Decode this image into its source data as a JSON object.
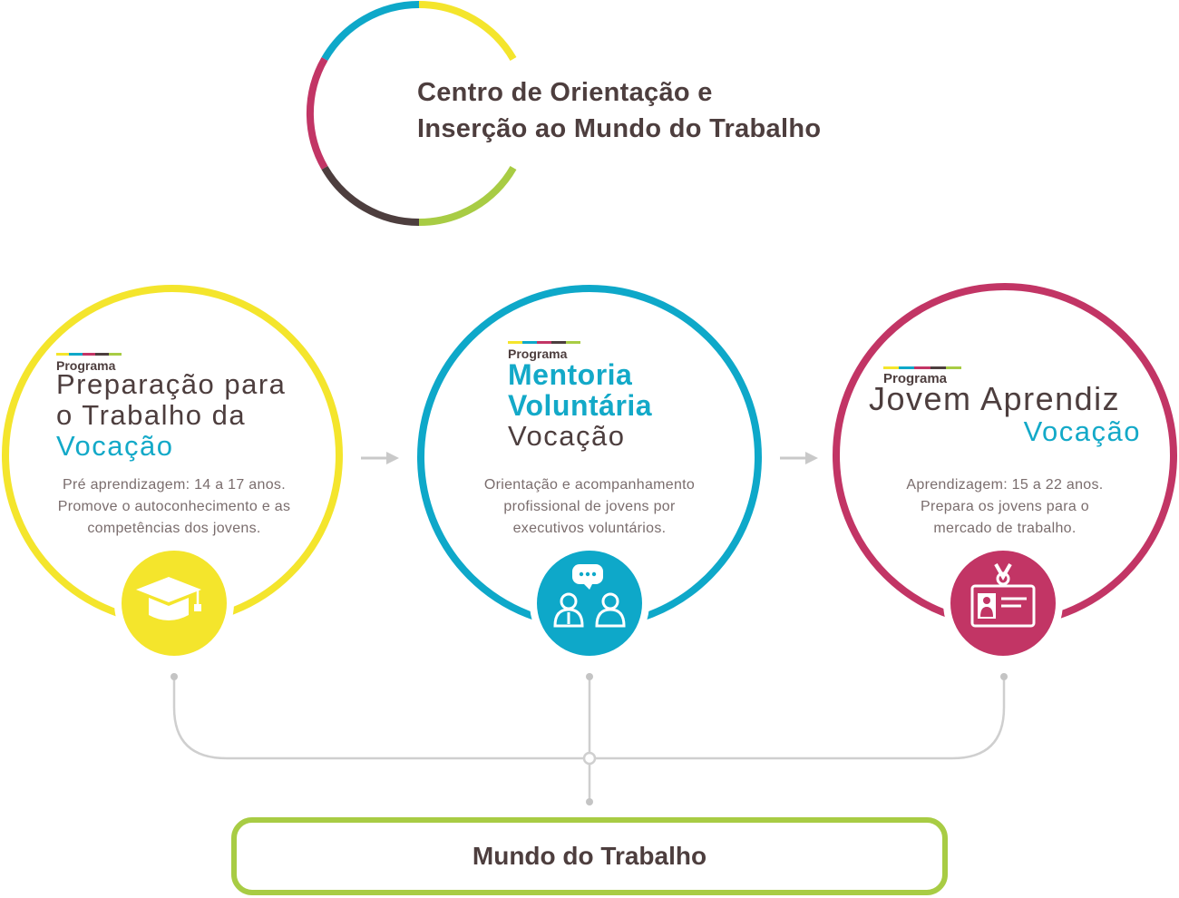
{
  "header": {
    "title_line1": "Centro de Orientação e",
    "title_line2": "Inserção ao Mundo do Trabalho"
  },
  "colors": {
    "yellow": "#f4e52c",
    "teal": "#0ea8c9",
    "magenta": "#c23565",
    "dark": "#4d3e3e",
    "green": "#a8cc44",
    "gray": "#cfcfcf"
  },
  "programs": [
    {
      "label": "Programa",
      "name_lines": [
        "Preparação para",
        "o Trabalho da"
      ],
      "brand": "Vocação",
      "description": [
        "Pré aprendizagem: 14 a 17 anos.",
        "Promove o autoconhecimento e as",
        "competências dos jovens."
      ],
      "icon": "graduation-cap-icon"
    },
    {
      "label": "Programa",
      "name_lines": [
        "Mentoria",
        "Voluntária"
      ],
      "brand": "Vocação",
      "description": [
        "Orientação e acompanhamento",
        "profissional de jovens por",
        "executivos voluntários."
      ],
      "icon": "mentoring-people-icon"
    },
    {
      "label": "Programa",
      "name_lines": [
        "Jovem Aprendiz"
      ],
      "brand": "Vocação",
      "description": [
        "Aprendizagem: 15 a 22 anos.",
        "Prepara os jovens para o",
        "mercado de trabalho."
      ],
      "icon": "id-badge-icon"
    }
  ],
  "footer": {
    "label": "Mundo do Trabalho"
  }
}
